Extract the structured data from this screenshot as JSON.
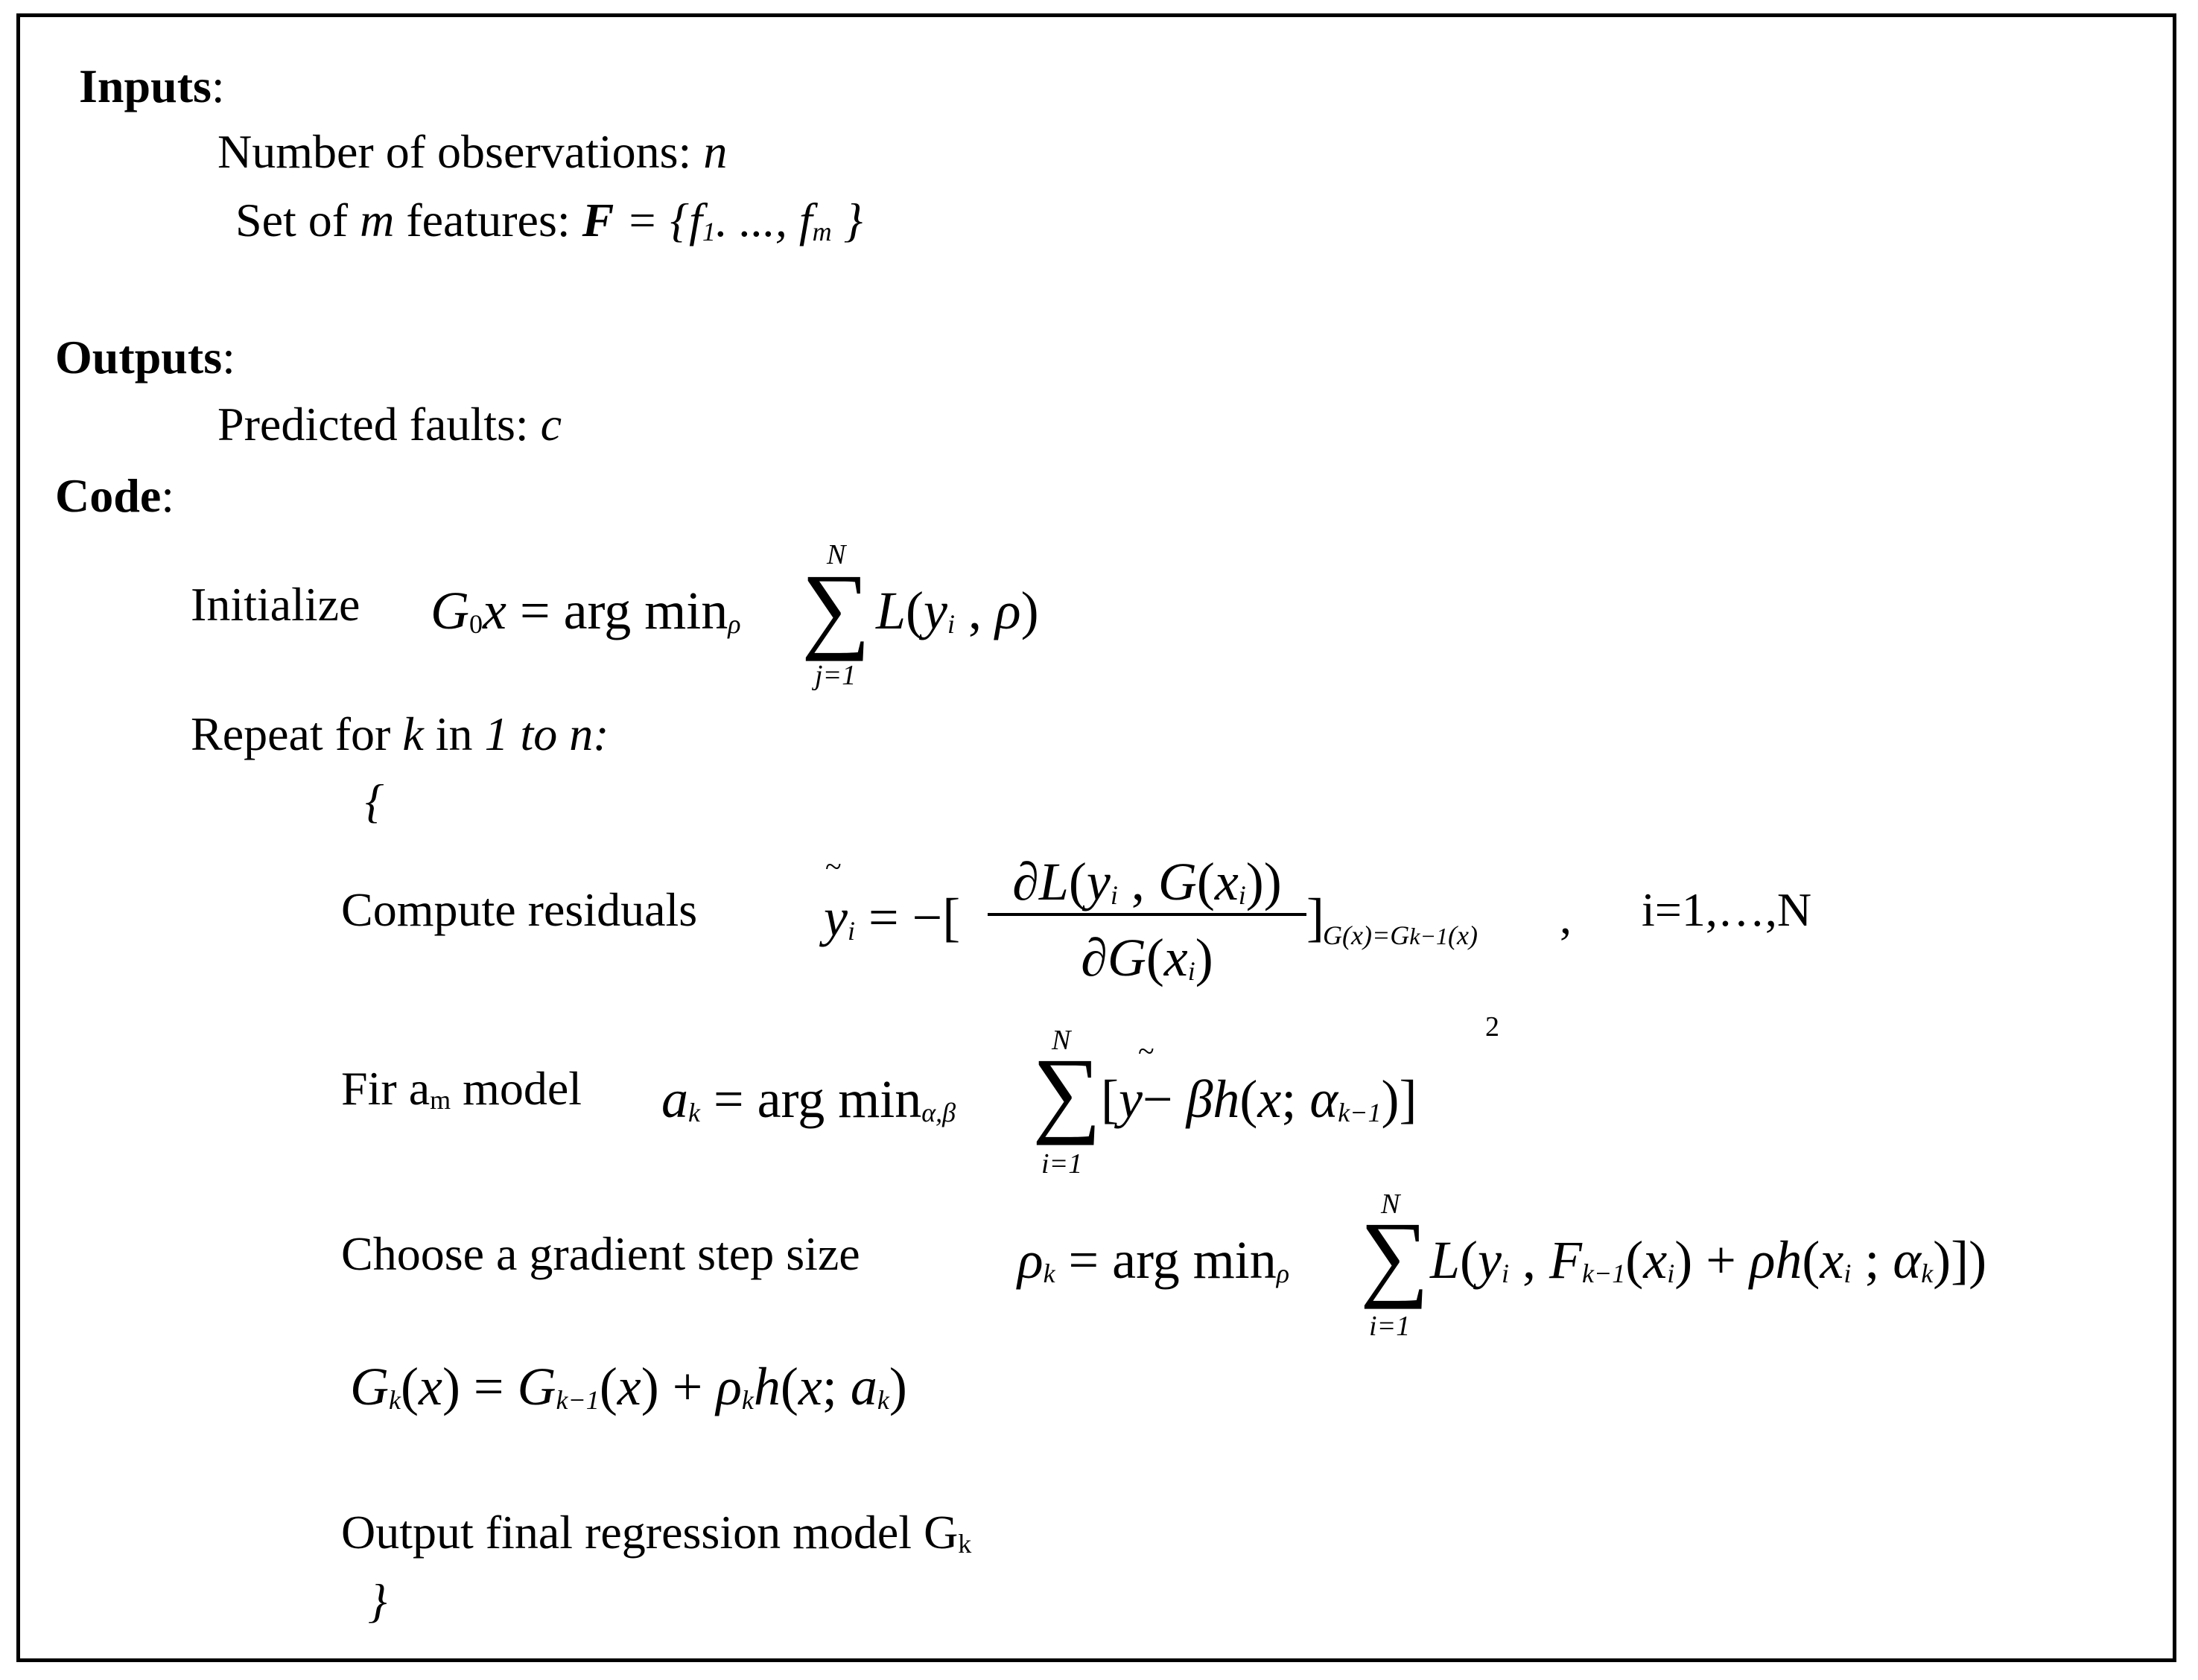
{
  "inputs": {
    "heading": "Inputs",
    "obs_label": "Number of observations: ",
    "obs_var": "n",
    "features_prefix": "Set of ",
    "features_m": "m",
    "features_mid": " features: ",
    "features_F": "F",
    "features_set_open": " = {f",
    "features_sub1": "1",
    "features_dots": ". ..., f",
    "features_subm": "m",
    "features_set_close": " }"
  },
  "outputs": {
    "heading": "Outputs",
    "pred_label": "Predicted faults:  ",
    "pred_var": "c"
  },
  "code": {
    "heading": "Code",
    "init_label": "Initialize",
    "repeat_prefix": "Repeat for ",
    "repeat_k": "k",
    "repeat_in": " in ",
    "repeat_range": "1 to n:",
    "open_brace": "{",
    "close_brace": "}",
    "residuals_label": "Compute residuals",
    "residuals_index": "i=1,…,N",
    "fit_label": "Fir a",
    "fit_sub": "m",
    "fit_label_end": " model",
    "step_label": "Choose  a gradient step size",
    "output_label": "Output final regression model G",
    "output_sub": "k"
  },
  "colon": ":",
  "formulas": {
    "sum_upper": "N",
    "init_lower": "j=1",
    "sum_lower": "i=1",
    "sq": "2"
  }
}
